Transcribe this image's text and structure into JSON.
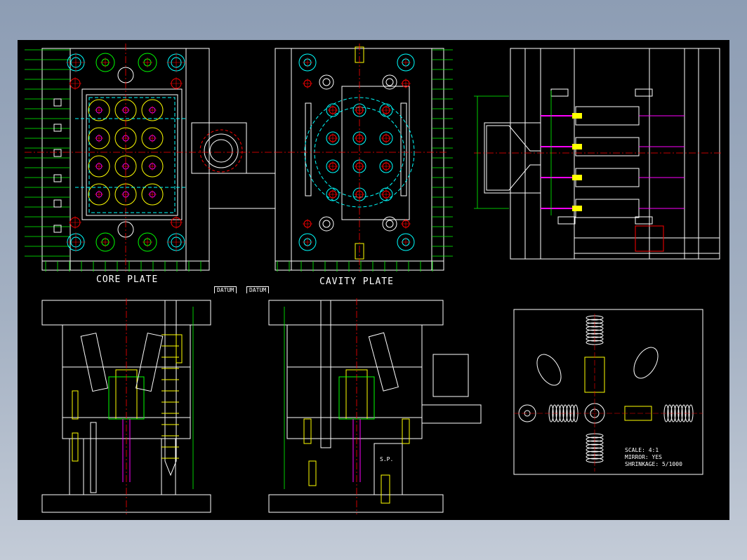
{
  "drawing": {
    "core_plate_label": "CORE PLATE",
    "cavity_plate_label": "CAVITY PLATE",
    "datum_left": "DATUM",
    "datum_right": "DATUM",
    "sp_label": "S.P.",
    "notes": {
      "scale": "SCALE: 4:1",
      "mirror": "MIRROR: YES",
      "shrinkage": "SHRINKAGE: 5/1000"
    }
  },
  "colors": {
    "background": "#000000",
    "outline": "#ffffff",
    "dimension": "#00ff00",
    "center_line": "#ff0000",
    "cooling": "#00ffff",
    "ejector": "#ffff00",
    "hidden": "#0000ff",
    "insert": "#ff00ff"
  }
}
